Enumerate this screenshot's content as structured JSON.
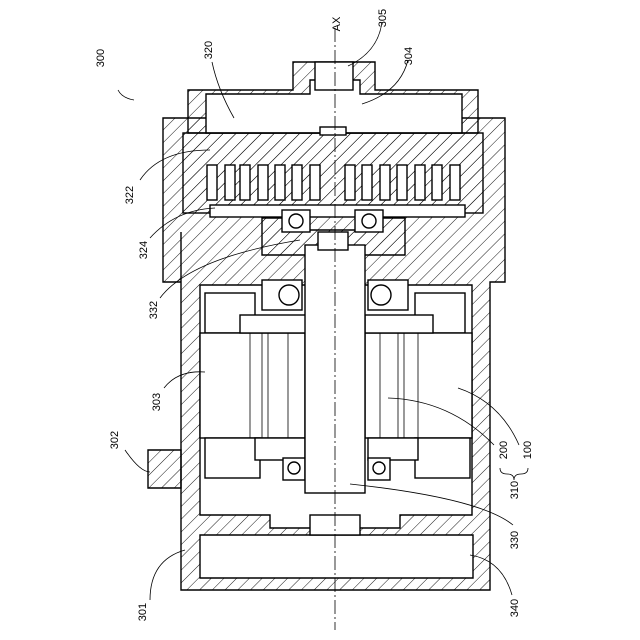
{
  "labels": {
    "assembly": "300",
    "rotor_housing_gap": "320",
    "axis": "AX",
    "top_port": "305",
    "inner_bore": "304",
    "fin_assembly": "322",
    "plate": "324",
    "shaft_upper": "332",
    "winding": "303",
    "side_port": "302",
    "base": "301",
    "shaft": "330",
    "bottom_block": "340",
    "motor_200": "200",
    "motor_100": "100",
    "group": "310"
  },
  "icons": {
    "bracket": "brace-icon"
  }
}
